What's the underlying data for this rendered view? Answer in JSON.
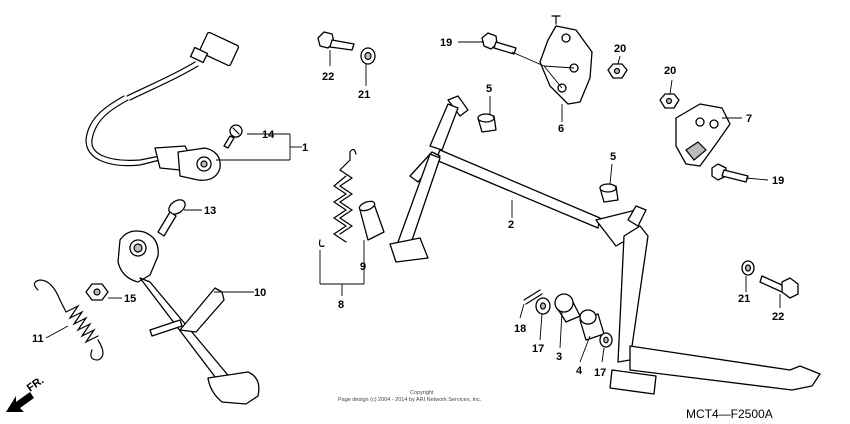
{
  "callouts": {
    "c1": "1",
    "c2": "2",
    "c3": "3",
    "c4": "4",
    "c5a": "5",
    "c5b": "5",
    "c6": "6",
    "c7": "7",
    "c8": "8",
    "c9": "9",
    "c10": "10",
    "c11": "11",
    "c13": "13",
    "c14": "14",
    "c15": "15",
    "c17a": "17",
    "c17b": "17",
    "c18": "18",
    "c19a": "19",
    "c19b": "19",
    "c20a": "20",
    "c20b": "20",
    "c21a": "21",
    "c21b": "21",
    "c22a": "22",
    "c22b": "22"
  },
  "diagram_code": "MCT4—F2500A",
  "direction_label": "FR.",
  "copyright_line1": "Copyright",
  "copyright_line2": "Page design (c) 2004 - 2014 by ARI Network Services, Inc."
}
